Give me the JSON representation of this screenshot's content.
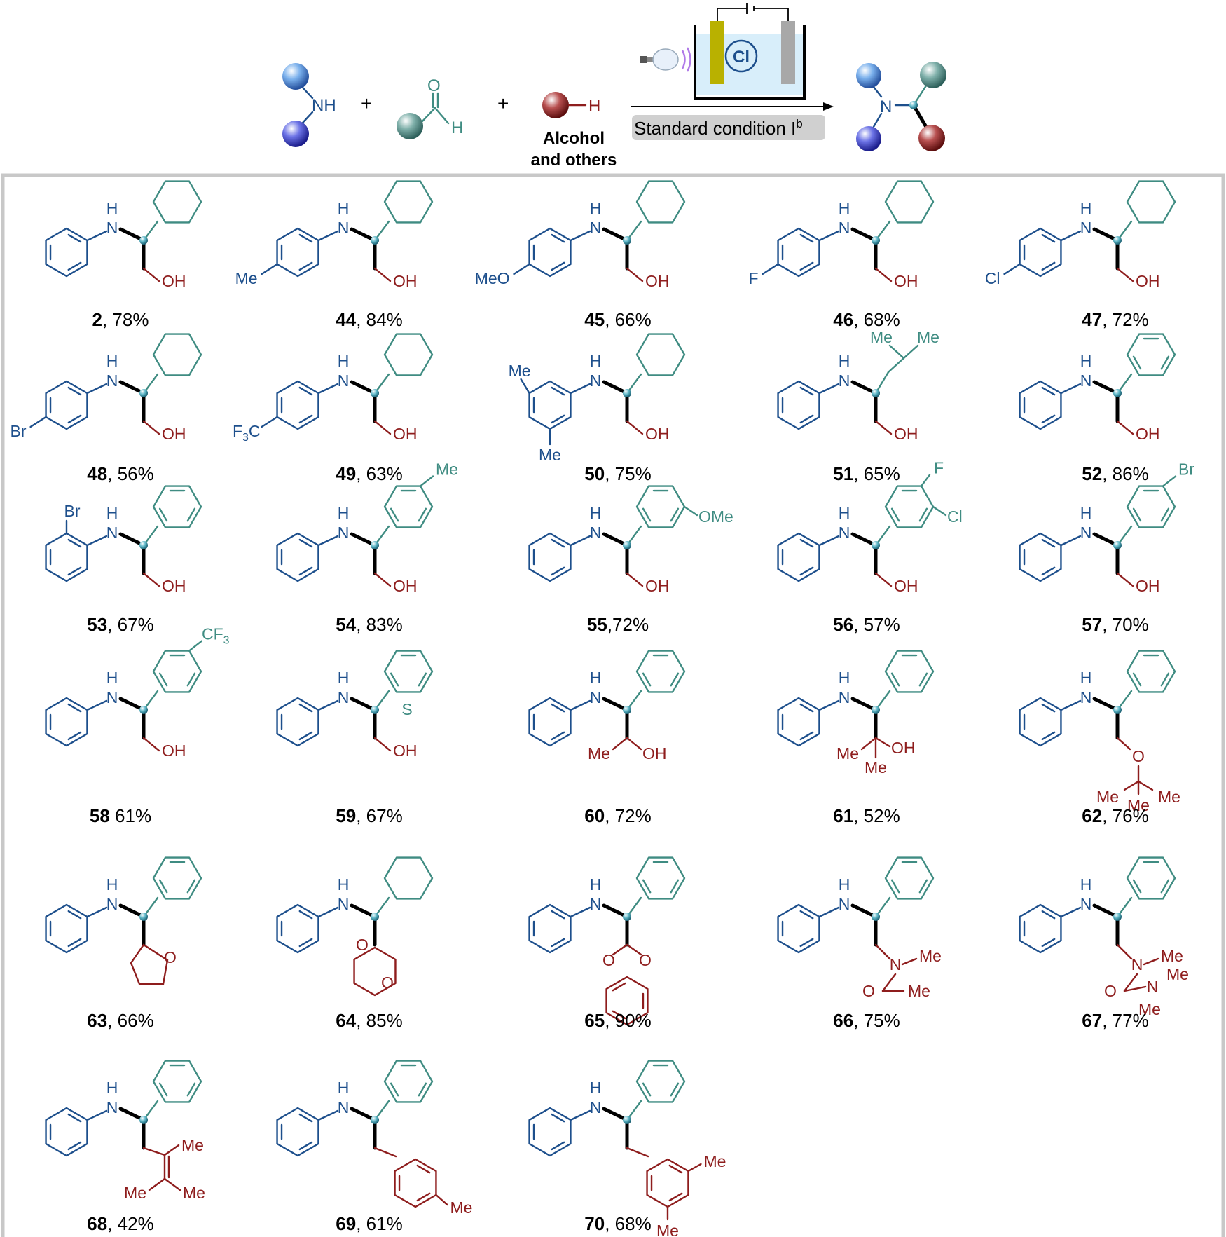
{
  "header": {
    "amine_label": "NH",
    "aldehyde_o": "O",
    "aldehyde_h": "H",
    "plus1": "+",
    "plus2": "+",
    "hx_h": "H",
    "partner_line1": "Alcohol",
    "partner_line2": "and others",
    "catalyst": "Cl",
    "condition": "Standard condition I",
    "condition_sup": "b",
    "product_n": "N"
  },
  "compounds": [
    {
      "id": "2",
      "sep": ", ",
      "yield": "78%"
    },
    {
      "id": "44",
      "sep": ", ",
      "yield": "84%"
    },
    {
      "id": "45",
      "sep": ", ",
      "yield": "66%"
    },
    {
      "id": "46",
      "sep": ", ",
      "yield": "68%"
    },
    {
      "id": "47",
      "sep": ", ",
      "yield": "72%"
    },
    {
      "id": "48",
      "sep": ", ",
      "yield": "56%"
    },
    {
      "id": "49",
      "sep": ", ",
      "yield": "63%"
    },
    {
      "id": "50",
      "sep": ", ",
      "yield": "75%"
    },
    {
      "id": "51",
      "sep": ", ",
      "yield": "65%"
    },
    {
      "id": "52",
      "sep": ", ",
      "yield": "86%"
    },
    {
      "id": "53",
      "sep": ", ",
      "yield": "67%"
    },
    {
      "id": "54",
      "sep": ", ",
      "yield": "83%"
    },
    {
      "id": "55",
      "sep": ",",
      "yield": "72%"
    },
    {
      "id": "56",
      "sep": ", ",
      "yield": "57%"
    },
    {
      "id": "57",
      "sep": ", ",
      "yield": "70%"
    },
    {
      "id": "58",
      "sep": " ",
      "yield": "61%"
    },
    {
      "id": "59",
      "sep": ", ",
      "yield": "67%"
    },
    {
      "id": "60",
      "sep": ", ",
      "yield": "72%"
    },
    {
      "id": "61",
      "sep": ", ",
      "yield": "52%"
    },
    {
      "id": "62",
      "sep": ", ",
      "yield": "76%"
    },
    {
      "id": "63",
      "sep": ", ",
      "yield": "66%"
    },
    {
      "id": "64",
      "sep": ", ",
      "yield": "85%"
    },
    {
      "id": "65",
      "sep": ", ",
      "yield": "90%"
    },
    {
      "id": "66",
      "sep": ", ",
      "yield": "75%"
    },
    {
      "id": "67",
      "sep": ", ",
      "yield": "77%"
    },
    {
      "id": "68",
      "sep": ", ",
      "yield": "42%"
    },
    {
      "id": "69",
      "sep": ", ",
      "yield": "61%"
    },
    {
      "id": "70",
      "sep": ", ",
      "yield": "68%"
    }
  ],
  "atom_labels": {
    "nh_h": "H",
    "nh_n": "N",
    "oh": "OH",
    "me": "Me",
    "meo": "MeO",
    "ome": "OMe",
    "f": "F",
    "cl": "Cl",
    "br": "Br",
    "f3c": "F3C",
    "cf3": "CF3",
    "s": "S",
    "o": "O",
    "n": "N"
  },
  "colors": {
    "amine": "#1d4f8c",
    "aldehyde": "#3f8c82",
    "partner": "#8e1d1d",
    "frame": "#c8c8c8",
    "condition_box": "#d0d0d0",
    "electrode_left": "#b9b100",
    "electrode_right": "#a8a8a8",
    "solution": "#d8eefa"
  },
  "icons": [
    "lamp-icon",
    "electrochemical-cell-icon",
    "reaction-arrow-icon"
  ]
}
